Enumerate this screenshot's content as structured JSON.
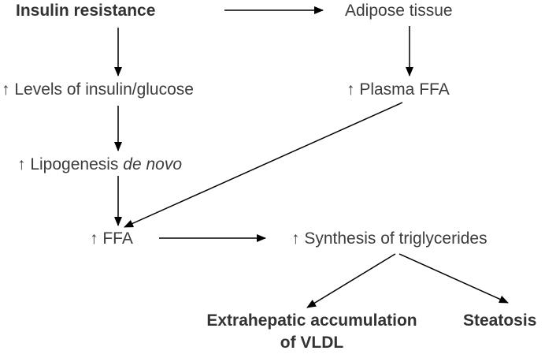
{
  "nodes": {
    "insulin_resistance": "Insulin resistance",
    "adipose_tissue": "Adipose tissue",
    "levels_insulin_glucose": "↑ Levels of insulin/glucose",
    "plasma_ffa": "↑ Plasma FFA",
    "lipogenesis": {
      "prefix": "↑ Lipogenesis ",
      "italic": "de novo"
    },
    "ffa": "↑ FFA",
    "synthesis_triglycerides": "↑ Synthesis of triglycerides",
    "extrahepatic_line1": "Extrahepatic accumulation",
    "extrahepatic_line2": "of VLDL",
    "steatosis": "Steatosis"
  },
  "colors": {
    "text": "#3c3c3c",
    "arrow": "#000000"
  }
}
